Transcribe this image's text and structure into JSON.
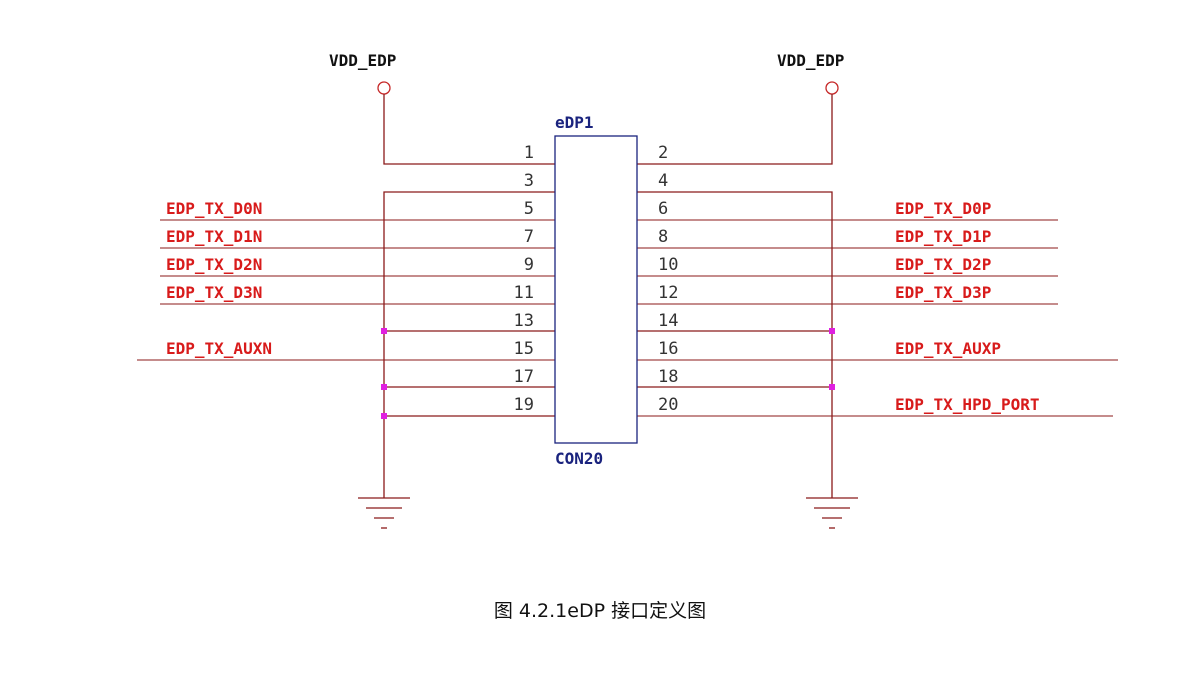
{
  "power": [
    {
      "label": "VDD_EDP",
      "side": "left"
    },
    {
      "label": "VDD_EDP",
      "side": "right"
    }
  ],
  "component": {
    "designator": "eDP1",
    "value": "CON20"
  },
  "pins": {
    "left": [
      "1",
      "3",
      "5",
      "7",
      "9",
      "11",
      "13",
      "15",
      "17",
      "19"
    ],
    "right": [
      "2",
      "4",
      "6",
      "8",
      "10",
      "12",
      "14",
      "16",
      "18",
      "20"
    ]
  },
  "nets": {
    "left": [
      {
        "pin": "5",
        "label": "EDP_TX_D0N"
      },
      {
        "pin": "7",
        "label": "EDP_TX_D1N"
      },
      {
        "pin": "9",
        "label": "EDP_TX_D2N"
      },
      {
        "pin": "11",
        "label": "EDP_TX_D3N"
      },
      {
        "pin": "15",
        "label": "EDP_TX_AUXN"
      }
    ],
    "right": [
      {
        "pin": "6",
        "label": "EDP_TX_D0P"
      },
      {
        "pin": "8",
        "label": "EDP_TX_D1P"
      },
      {
        "pin": "10",
        "label": "EDP_TX_D2P"
      },
      {
        "pin": "12",
        "label": "EDP_TX_D3P"
      },
      {
        "pin": "16",
        "label": "EDP_TX_AUXP"
      },
      {
        "pin": "20",
        "label": "EDP_TX_HPD_PORT"
      }
    ]
  },
  "caption": "图 4.2.1eDP 接口定义图"
}
